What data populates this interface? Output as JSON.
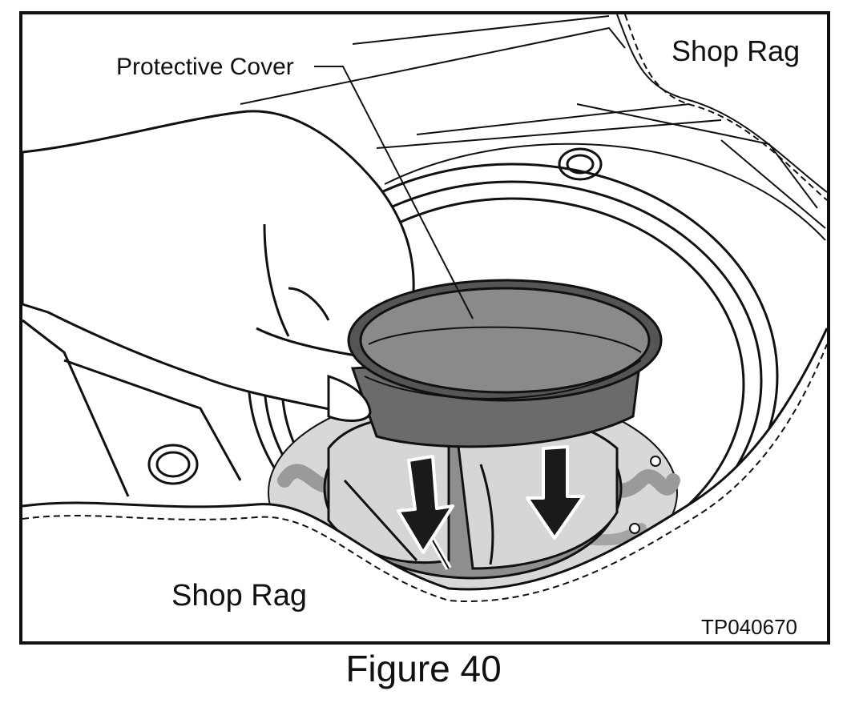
{
  "figure": {
    "callout_label": "Protective Cover",
    "rag_label_top": "Shop Rag",
    "rag_label_bottom": "Shop Rag",
    "part_number": "TP040670",
    "caption": "Figure 40"
  },
  "colors": {
    "line": "#111111",
    "cover_fill": "#6b6b6b",
    "cover_inner": "#8a8a8a",
    "rag_texture": "#9a9a9a",
    "pump_fill": "#cfcfcf",
    "arrow_fill": "#1a1a1a"
  },
  "icons": [
    "hand-icon",
    "protective-cover-icon",
    "arrow-down-icon",
    "arrow-down-icon"
  ]
}
